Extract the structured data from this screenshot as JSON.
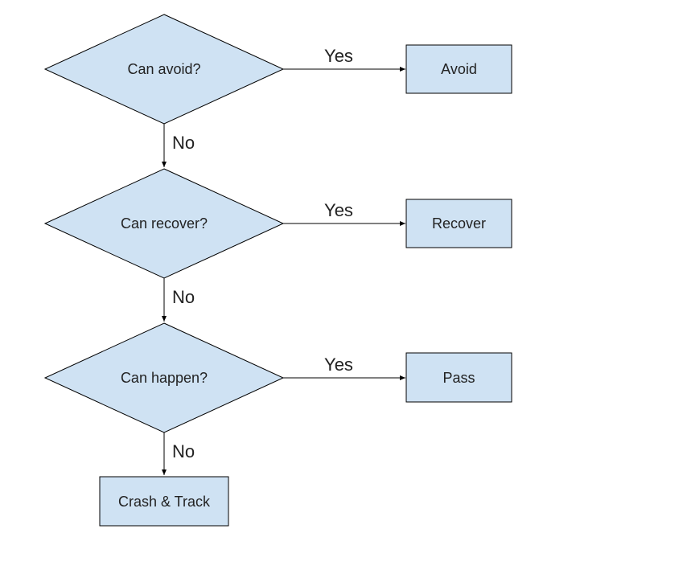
{
  "colors": {
    "node_fill": "#cfe2f3",
    "stroke": "#000000",
    "background": "#ffffff"
  },
  "nodes": {
    "can_avoid": {
      "label": "Can avoid?",
      "shape": "diamond"
    },
    "can_recover": {
      "label": "Can recover?",
      "shape": "diamond"
    },
    "can_happen": {
      "label": "Can happen?",
      "shape": "diamond"
    },
    "avoid": {
      "label": "Avoid",
      "shape": "rectangle"
    },
    "recover": {
      "label": "Recover",
      "shape": "rectangle"
    },
    "pass": {
      "label": "Pass",
      "shape": "rectangle"
    },
    "crash_track": {
      "label": "Crash & Track",
      "shape": "rectangle"
    }
  },
  "edges": [
    {
      "from": "can_avoid",
      "to": "avoid",
      "label": "Yes"
    },
    {
      "from": "can_avoid",
      "to": "can_recover",
      "label": "No"
    },
    {
      "from": "can_recover",
      "to": "recover",
      "label": "Yes"
    },
    {
      "from": "can_recover",
      "to": "can_happen",
      "label": "No"
    },
    {
      "from": "can_happen",
      "to": "pass",
      "label": "Yes"
    },
    {
      "from": "can_happen",
      "to": "crash_track",
      "label": "No"
    }
  ]
}
